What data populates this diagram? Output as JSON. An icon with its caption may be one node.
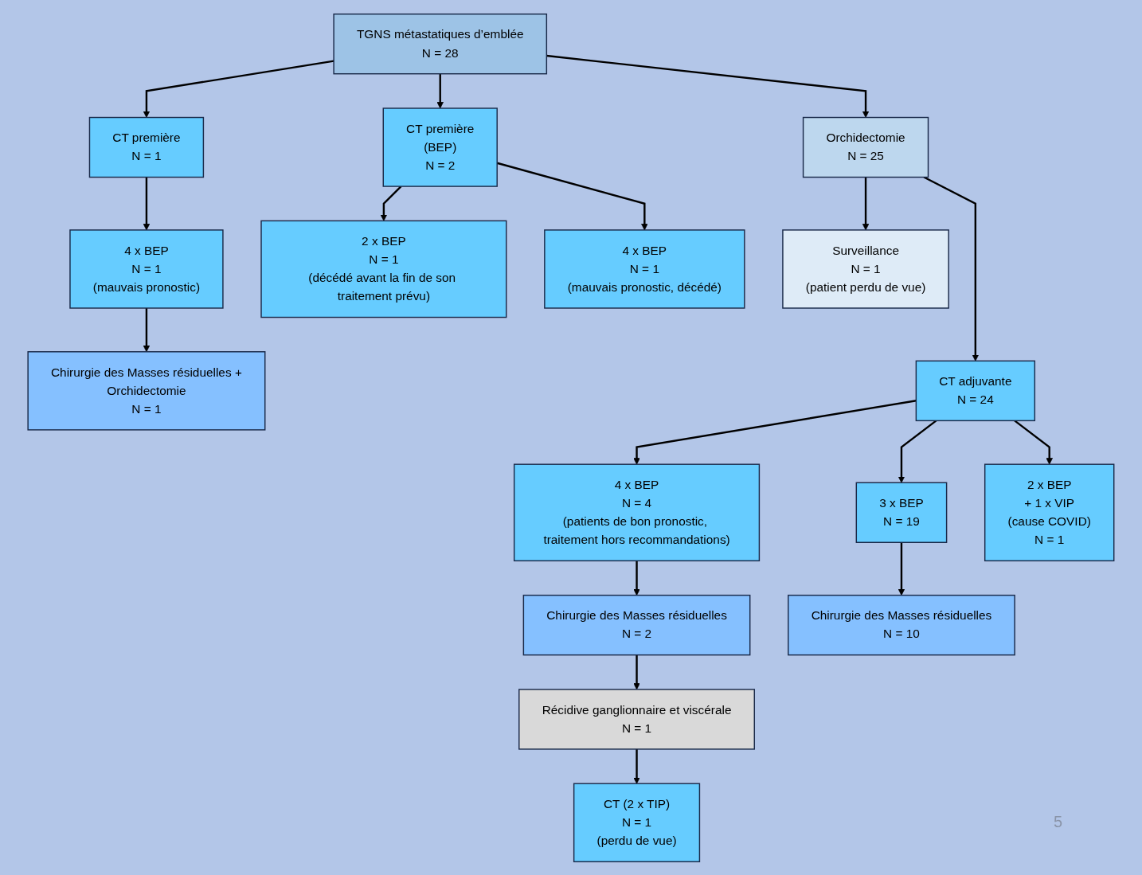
{
  "diagram": {
    "nodes": [
      {
        "text": [
          "TGNS métastatiques d’emblée",
          "N = 28"
        ]
      },
      {
        "text": [
          "CT première",
          "N = 1"
        ]
      },
      {
        "text": [
          "4 x BEP",
          "N = 1",
          "(mauvais pronostic)"
        ]
      },
      {
        "text": [
          "Chirurgie des Masses résiduelles +",
          "Orchidectomie",
          "N = 1"
        ]
      },
      {
        "text": [
          "Orchidectomie",
          "N = 25"
        ]
      },
      {
        "text": [
          "CT première",
          "(BEP)",
          "N = 2"
        ]
      },
      {
        "text": [
          "2 x BEP",
          "N = 1",
          "(décédé avant la fin de son traitement prévu)"
        ]
      },
      {
        "text": [
          "4 x BEP",
          "N = 1",
          "(mauvais pronostic, décédé)"
        ]
      },
      {
        "text": [
          "Surveillance",
          "N = 1",
          "(patient perdu de vue)"
        ]
      },
      {
        "text": [
          "CT adjuvante",
          "N = 24"
        ]
      },
      {
        "text": [
          "4 x BEP",
          "N = 4",
          "(patients de bon pronostic, traitement hors recommandations)"
        ]
      },
      {
        "text": [
          "3 x BEP",
          "N = 19"
        ]
      },
      {
        "text": [
          "2 x BEP",
          "+ 1 x VIP",
          "(cause COVID)",
          "N = 1"
        ]
      },
      {
        "text": [
          "Chirurgie des Masses résiduelles",
          "N = 2"
        ]
      },
      {
        "text": [
          "Chirurgie des Masses résiduelles",
          "N = 10"
        ]
      },
      {
        "text": [
          "Récidive ganglionnaire et viscérale",
          "N = 1"
        ]
      },
      {
        "text": [
          "CT (2 x TIP)",
          "N = 1",
          "(perdu de vue)"
        ]
      }
    ],
    "edges": [
      {
        "from": 0,
        "to": 1,
        "arrow": "to"
      },
      {
        "from": 1,
        "to": 2,
        "arrow": "to"
      },
      {
        "from": 2,
        "to": 3,
        "arrow": "to"
      },
      {
        "from": 0,
        "to": 4,
        "arrow": "to"
      },
      {
        "from": 0,
        "to": 5,
        "arrow": "to"
      },
      {
        "from": 5,
        "to": 6,
        "arrow": "to"
      },
      {
        "from": 5,
        "to": 7,
        "arrow": "to"
      },
      {
        "from": 4,
        "to": 8,
        "arrow": "to"
      },
      {
        "from": 4,
        "to": 9,
        "arrow": "to"
      },
      {
        "from": 9,
        "to": 10,
        "arrow": "to"
      },
      {
        "from": 9,
        "to": 11,
        "arrow": "to"
      },
      {
        "from": 9,
        "to": 12,
        "arrow": "to"
      },
      {
        "from": 10,
        "to": 13,
        "arrow": "to"
      },
      {
        "from": 11,
        "to": 14,
        "arrow": "to"
      },
      {
        "from": 13,
        "to": 15,
        "arrow": "to"
      },
      {
        "from": 15,
        "to": 16,
        "arrow": "to"
      }
    ],
    "labels": [
      "5"
    ]
  }
}
